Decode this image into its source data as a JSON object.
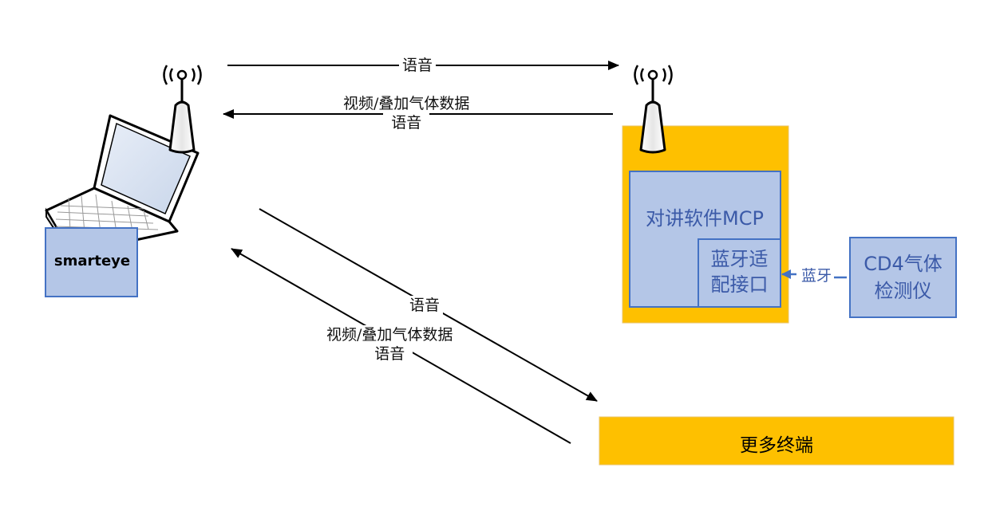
{
  "links": {
    "top_forward_label": "语音",
    "top_back_label_line1": "视频/叠加气体数据",
    "top_back_label_line2": "语音",
    "diag_forward_label": "语音",
    "diag_back_label_line1": "视频/叠加气体数据",
    "diag_back_label_line2": "语音",
    "bluetooth_label": "蓝牙"
  },
  "nodes": {
    "laptop_label": "smarteye",
    "mcp_title": "对讲软件MCP",
    "bt_adapter_line1": "蓝牙适",
    "bt_adapter_line2": "配接口",
    "cd4_line1": "CD4气体",
    "cd4_line2": "检测仪",
    "more_terminals": "更多终端"
  },
  "colors": {
    "orange": "#fec000",
    "blue_fill": "#b4c6e7",
    "blue_stroke": "#4472c4",
    "blue_text": "#3b5aa8",
    "line": "#000000"
  }
}
